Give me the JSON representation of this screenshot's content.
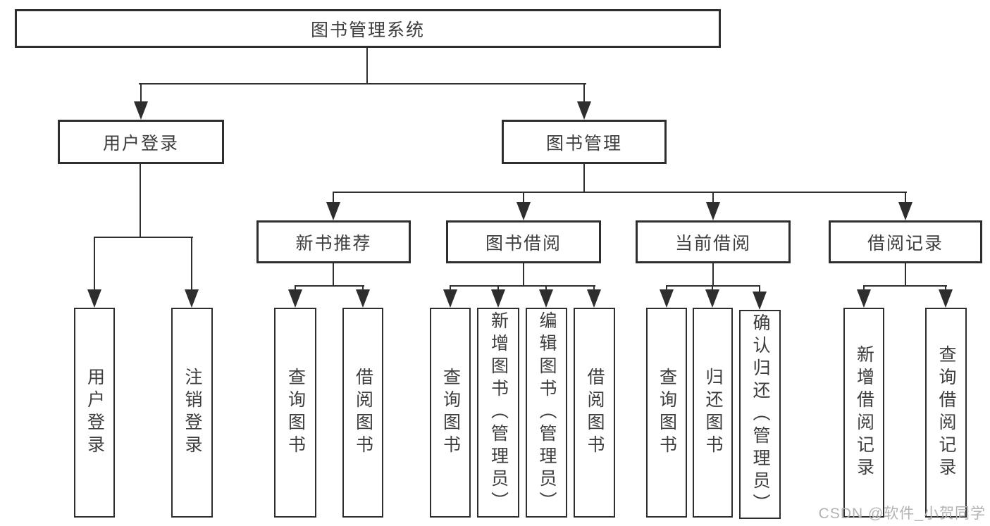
{
  "diagram": {
    "root": "图书管理系统",
    "user_branch": {
      "label": "用户登录",
      "children": [
        "用户登录",
        "注销登录"
      ]
    },
    "book_branch": {
      "label": "图书管理",
      "sections": [
        {
          "label": "新书推荐",
          "children": [
            "查询图书",
            "借阅图书"
          ]
        },
        {
          "label": "图书借阅",
          "children": [
            "查询图书",
            "新增图书（管理员）",
            "编辑图书（管理员）",
            "借阅图书"
          ]
        },
        {
          "label": "当前借阅",
          "children": [
            "查询图书",
            "归还图书",
            "确认归还（管理员）"
          ]
        },
        {
          "label": "借阅记录",
          "children": [
            "新增借阅记录",
            "查询借阅记录"
          ]
        }
      ]
    }
  },
  "watermark": "CSDN @软件_小贺同学",
  "colors": {
    "line": "#2e2e2e",
    "text": "#3d3d3d",
    "watermark": "#b3b3b3",
    "background": "#ffffff"
  }
}
